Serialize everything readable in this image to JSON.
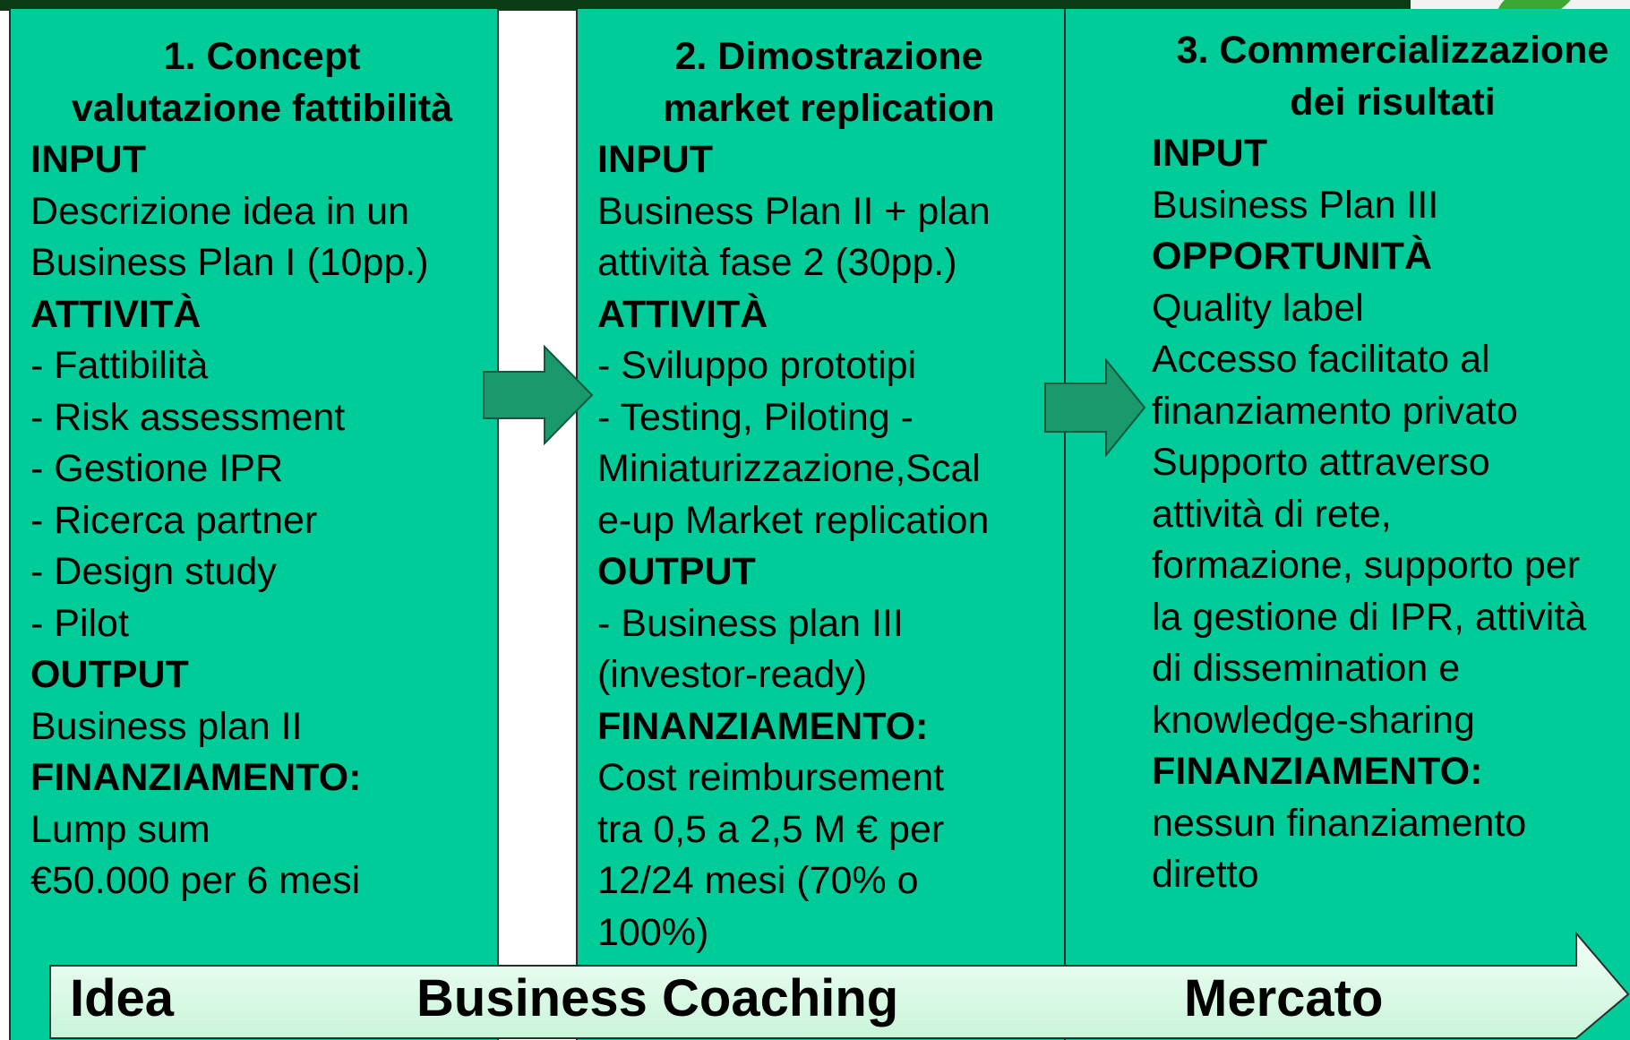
{
  "columns": [
    {
      "title": [
        "1. Concept",
        "valutazione fattibilità"
      ],
      "sections": [
        {
          "heading": "INPUT",
          "lines": [
            "Descrizione idea in un",
            "Business Plan I (10pp.)"
          ]
        },
        {
          "heading": "ATTIVITÀ",
          "lines": [
            "- Fattibilità",
            "- Risk assessment",
            "- Gestione IPR",
            "- Ricerca partner",
            "- Design study",
            "- Pilot"
          ]
        },
        {
          "heading": "OUTPUT",
          "lines": [
            "Business plan II"
          ]
        },
        {
          "heading": "FINANZIAMENTO:",
          "lines": [
            "Lump sum",
            "€50.000 per 6 mesi"
          ]
        }
      ]
    },
    {
      "title": [
        "2. Dimostrazione",
        "market replication"
      ],
      "sections": [
        {
          "heading": "INPUT",
          "lines": [
            "Business Plan II + plan",
            "attività fase 2 (30pp.)"
          ]
        },
        {
          "heading": "ATTIVITÀ",
          "lines": [
            "- Sviluppo prototipi",
            "- Testing, Piloting -",
            "Miniaturizzazione,Scal",
            "e-up Market replication"
          ]
        },
        {
          "heading": "OUTPUT",
          "lines": [
            "-  Business plan III",
            "(investor-ready)"
          ]
        },
        {
          "heading": "FINANZIAMENTO:",
          "lines": [
            "Cost reimbursement",
            "tra 0,5 a 2,5 M € per",
            "12/24 mesi (70% o",
            "100%)"
          ]
        }
      ]
    },
    {
      "title": [
        "3. Commercializzazione",
        "dei risultati"
      ],
      "sections": [
        {
          "heading": "INPUT",
          "lines": [
            "Business Plan III"
          ]
        },
        {
          "heading": "OPPORTUNITÀ",
          "lines": [
            "Quality label",
            "Accesso facilitato al",
            "finanziamento privato",
            "Supporto attraverso",
            "attività di rete,",
            "formazione, supporto per",
            "la gestione di IPR, attività",
            "di dissemination e",
            "knowledge-sharing"
          ]
        },
        {
          "heading": "FINANZIAMENTO:",
          "lines": [
            "nessun finanziamento",
            "diretto"
          ]
        }
      ]
    }
  ],
  "banner": {
    "labels": [
      "Idea",
      "Business Coaching",
      "Mercato"
    ]
  },
  "colors": {
    "column_fill": "#00cc99",
    "arrow_fill": "#1a9a6c",
    "banner_fill_start": "#c9f5d9",
    "banner_fill_end": "#f2fff7",
    "topbar": "#0c3a14"
  }
}
